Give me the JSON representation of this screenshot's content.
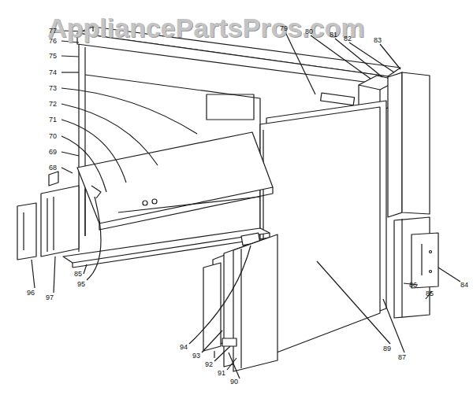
{
  "diagram": {
    "labels": [
      "AppliancePartsPros.com",
      "77",
      "76",
      "75",
      "74",
      "73",
      "72",
      "71",
      "70",
      "69",
      "68",
      "96",
      "97",
      "95",
      "85",
      "94",
      "93",
      "92",
      "91",
      "90",
      "89",
      "87",
      "86",
      "85",
      "84",
      "79",
      "80",
      "81",
      "82",
      "83"
    ]
  }
}
